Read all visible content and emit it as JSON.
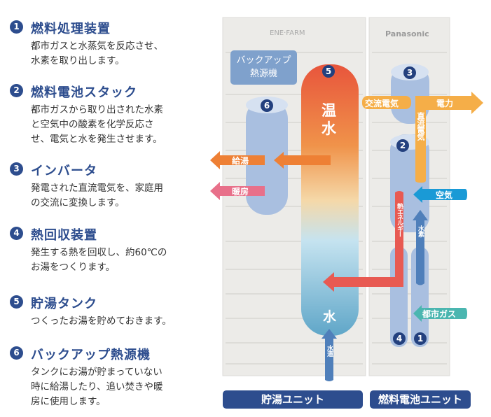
{
  "items": [
    {
      "num": "1",
      "title": "燃料処理装置",
      "lines": [
        "都市ガスと水蒸気を反応させ、",
        "水素を取り出します。"
      ]
    },
    {
      "num": "2",
      "title": "燃料電池スタック",
      "lines": [
        "都市ガスから取り出された水素",
        "と空気中の酸素を化学反応さ",
        "せ、電気と水を発生させます。"
      ]
    },
    {
      "num": "3",
      "title": "インバータ",
      "lines": [
        "発電された直流電気を、家庭用",
        "の交流に変換します。"
      ]
    },
    {
      "num": "4",
      "title": "熱回収装置",
      "lines": [
        "発生する熱を回収し、約60℃の",
        "お湯をつくります。"
      ]
    },
    {
      "num": "5",
      "title": "貯湯タンク",
      "lines": [
        "つくったお湯を貯めておきます。"
      ]
    },
    {
      "num": "6",
      "title": "バックアップ熱源機",
      "lines": [
        "タンクにお湯が貯まっていない",
        "時に給湯したり、追い焚きや暖",
        "房に使用します。"
      ]
    }
  ],
  "diagram": {
    "logo_left": "ENE·FARM",
    "logo_right": "Panasonic",
    "backup_label": [
      "バックアップ",
      "熱源機"
    ],
    "hot_water": "温水",
    "water": "水",
    "kyuto": "給湯",
    "danbo": "暖房",
    "ac": "交流電気",
    "power": "電力",
    "dc": "直流電気",
    "air": "空気",
    "heat": "熱エネルギー",
    "hydrogen": "水素",
    "gas": "都市ガス",
    "tap": "水道",
    "n1": "1",
    "n2": "2",
    "n3": "3",
    "n4": "4",
    "n5": "5",
    "n6": "6",
    "unit_left": "貯湯ユニット",
    "unit_right": "燃料電池ユニット"
  },
  "colors": {
    "navy": "#2d4d8e",
    "orange": "#ee8035",
    "red": "#e85a52",
    "yellow": "#f5ae48",
    "blue": "#4f7fba",
    "teal": "#4bb6b0",
    "sky": "#1a9ad6",
    "pink": "#e8708a"
  }
}
